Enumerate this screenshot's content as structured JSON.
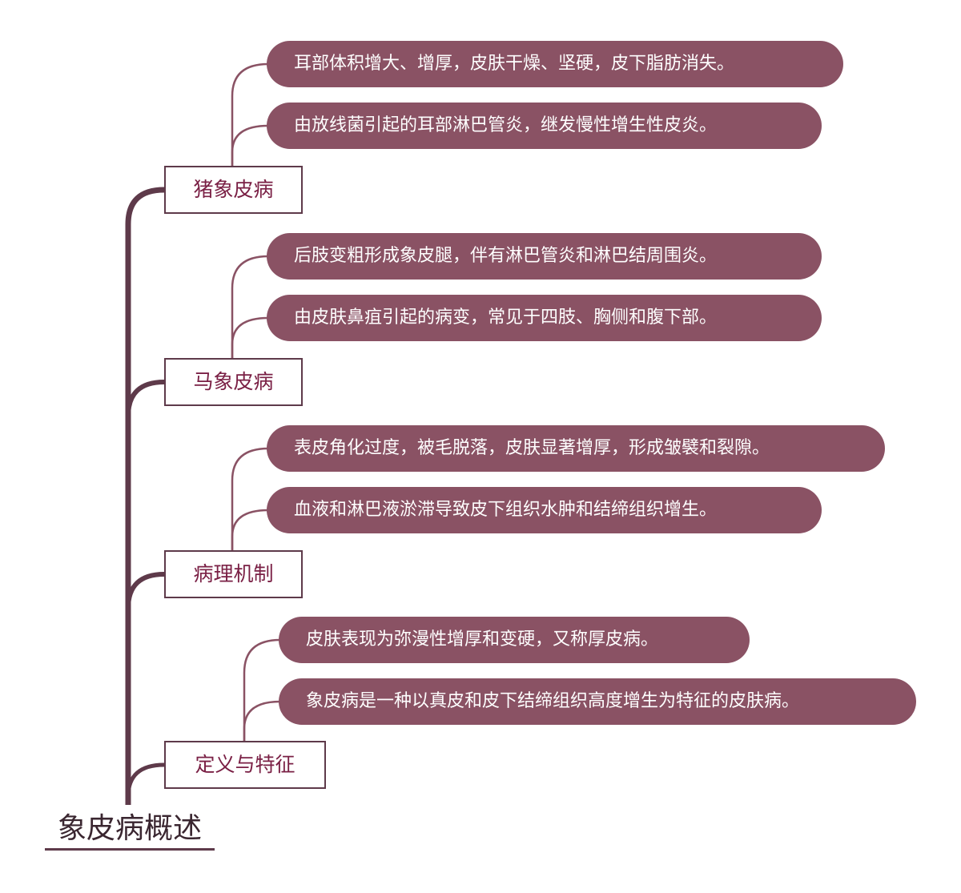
{
  "root": {
    "title": "象皮病概述"
  },
  "branches": [
    {
      "label": "猪象皮病",
      "leaves": [
        "耳部体积增大、增厚，皮肤干燥、坚硬，皮下脂肪消失。",
        "由放线菌引起的耳部淋巴管炎，继发慢性增生性皮炎。"
      ]
    },
    {
      "label": "马象皮病",
      "leaves": [
        "后肢变粗形成象皮腿，伴有淋巴管炎和淋巴结周围炎。",
        "由皮肤鼻疽引起的病变，常见于四肢、胸侧和腹下部。"
      ]
    },
    {
      "label": "病理机制",
      "leaves": [
        "表皮角化过度，被毛脱落，皮肤显著增厚，形成皱襞和裂隙。",
        "血液和淋巴液淤滞导致皮下组织水肿和结缔组织增生。"
      ]
    },
    {
      "label": "定义与特征",
      "leaves": [
        "皮肤表现为弥漫性增厚和变硬，又称厚皮病。",
        "象皮病是一种以真皮和皮下结缔组织高度增生为特征的皮肤病。"
      ]
    }
  ],
  "colors": {
    "branch_line": "#5e3a4a",
    "leaf_fill": "#8a5264",
    "leaf_text": "#ffffff",
    "branch_text": "#7a2045",
    "sub_line": "#8a5264"
  }
}
